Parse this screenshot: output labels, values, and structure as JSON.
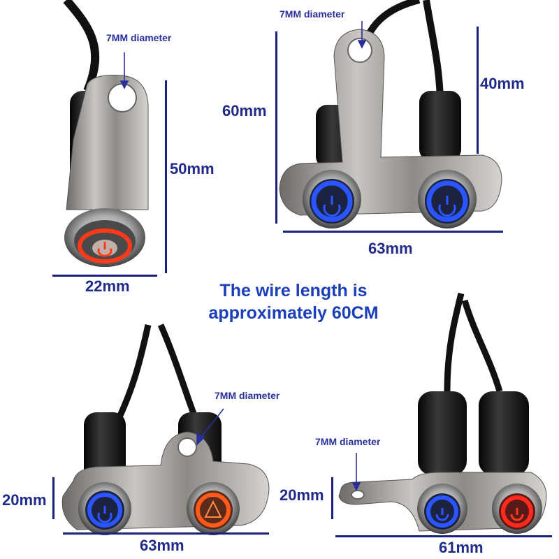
{
  "colors": {
    "text_blue": "#1f2a8a",
    "headline_blue": "#1b3fb8",
    "led_blue": "#2b55ff",
    "led_red": "#ff3a1a"
  },
  "headline": {
    "line1": "The wire length is",
    "line2": "approximately 60CM"
  },
  "top_left": {
    "hole_label": "7MM diameter",
    "height": "50mm",
    "width": "22mm"
  },
  "top_right": {
    "hole_label": "7MM diameter",
    "height_total": "60mm",
    "height_stem": "40mm",
    "width": "63mm"
  },
  "bottom_left": {
    "hole_label": "7MM diameter",
    "height": "20mm",
    "width": "63mm"
  },
  "bottom_right": {
    "hole_label": "7MM diameter",
    "height": "20mm",
    "width": "61mm"
  }
}
